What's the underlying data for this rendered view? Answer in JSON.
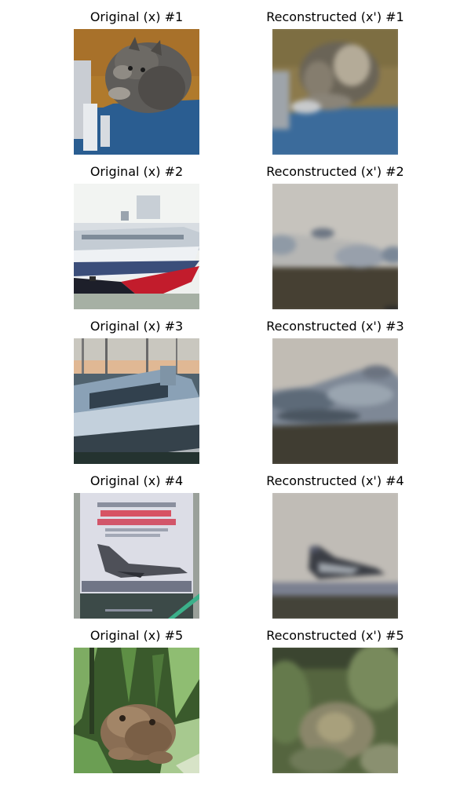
{
  "figure": {
    "rows": [
      {
        "original_title": "Original (x) #1",
        "reconstructed_title": "Reconstructed (x') #1",
        "original_subject": "cat on blue surface",
        "reconstructed_subject": "blurry cat on blue surface"
      },
      {
        "original_title": "Original (x) #2",
        "reconstructed_title": "Reconstructed (x') #2",
        "original_subject": "ship on water",
        "reconstructed_subject": "blurry ship"
      },
      {
        "original_title": "Original (x) #3",
        "reconstructed_title": "Reconstructed (x') #3",
        "original_subject": "boat in harbor",
        "reconstructed_subject": "blurry boat"
      },
      {
        "original_title": "Original (x) #4",
        "reconstructed_title": "Reconstructed (x') #4",
        "original_subject": "airplane on magazine cover",
        "reconstructed_subject": "blurry airplane"
      },
      {
        "original_title": "Original (x) #5",
        "reconstructed_title": "Reconstructed (x') #5",
        "original_subject": "frog in grass",
        "reconstructed_subject": "blurry frog in grass"
      }
    ]
  }
}
